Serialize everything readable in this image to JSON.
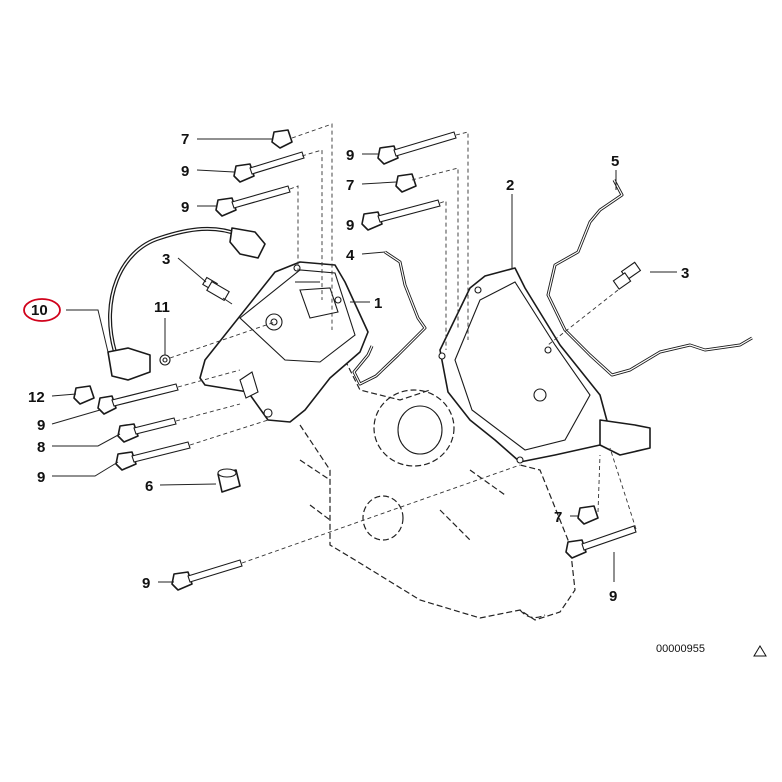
{
  "diagram": {
    "reference_code": "00000955",
    "highlighted_callout": "10",
    "highlight_color": "#d0021b",
    "callouts": {
      "c1": "1",
      "c2": "2",
      "c3a": "3",
      "c3b": "3",
      "c4": "4",
      "c5": "5",
      "c6": "6",
      "c7a": "7",
      "c7b": "7",
      "c7c": "7",
      "c8": "8",
      "c9a": "9",
      "c9b": "9",
      "c9c": "9",
      "c9d": "9",
      "c9e": "9",
      "c9f": "9",
      "c9g": "9",
      "c9h": "9",
      "c10": "10",
      "c11": "11",
      "c12": "12"
    },
    "corner_icon": "warning-triangle-icon"
  }
}
